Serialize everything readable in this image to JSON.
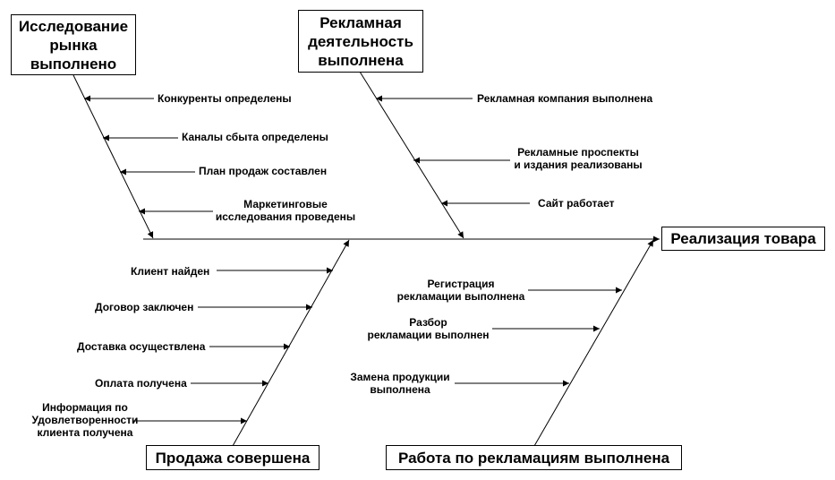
{
  "effect": {
    "label": "Реализация товара"
  },
  "categories": {
    "market": {
      "title_lines": [
        "Исследование",
        "рынка",
        "выполнено"
      ],
      "causes": [
        {
          "lines": [
            "Конкуренты определены"
          ]
        },
        {
          "lines": [
            "Каналы сбыта определены"
          ]
        },
        {
          "lines": [
            "План продаж составлен"
          ]
        },
        {
          "lines": [
            "Маркетинговые",
            "исследования проведены"
          ]
        }
      ]
    },
    "advert": {
      "title_lines": [
        "Рекламная",
        "деятельность",
        "выполнена"
      ],
      "causes": [
        {
          "lines": [
            "Рекламная компания выполнена"
          ]
        },
        {
          "lines": [
            "Рекламные проспекты",
            "и издания реализованы"
          ]
        },
        {
          "lines": [
            "Сайт работает"
          ]
        }
      ]
    },
    "sales": {
      "title_lines": [
        "Продажа совершена"
      ],
      "causes": [
        {
          "lines": [
            "Клиент найден"
          ]
        },
        {
          "lines": [
            "Договор заключен"
          ]
        },
        {
          "lines": [
            "Доставка осуществлена"
          ]
        },
        {
          "lines": [
            "Оплата получена"
          ]
        },
        {
          "lines": [
            "Информация по",
            "Удовлетворенности",
            "клиента получена"
          ]
        }
      ]
    },
    "claims": {
      "title_lines": [
        "Работа по рекламациям выполнена"
      ],
      "causes": [
        {
          "lines": [
            "Регистрация",
            "рекламации выполнена"
          ]
        },
        {
          "lines": [
            "Разбор",
            "рекламации выполнен"
          ]
        },
        {
          "lines": [
            "Замена продукции",
            "выполнена"
          ]
        }
      ]
    }
  }
}
